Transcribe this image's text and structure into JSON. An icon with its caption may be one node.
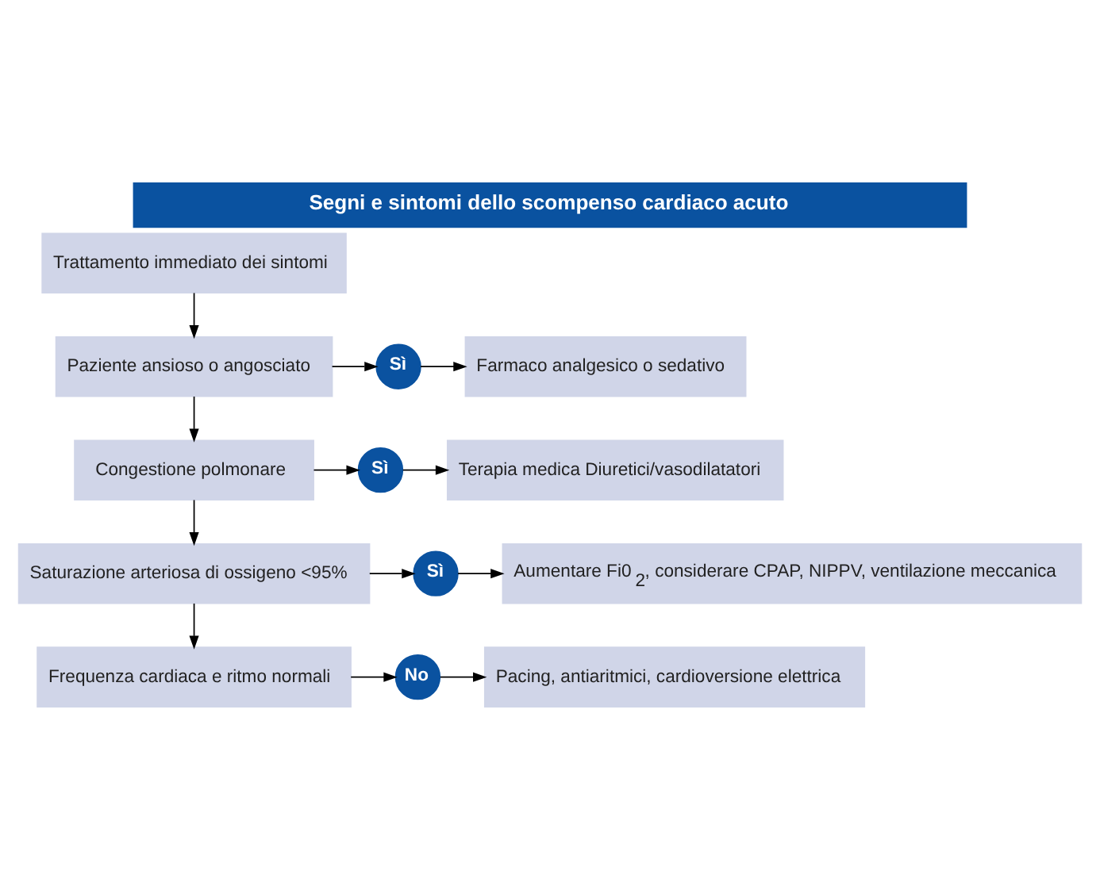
{
  "diagram": {
    "title": "Segni e sintomi dello scompenso cardiaco acuto",
    "nodes": [
      {
        "text": [
          "Trattamento immediato dei sintomi"
        ]
      },
      {
        "text": [
          "Paziente ansioso o angosciato"
        ]
      },
      {
        "text": [
          "Sì"
        ]
      },
      {
        "text": [
          "Farmaco analgesico o sedativo"
        ]
      },
      {
        "text": [
          "Congestione polmonare"
        ]
      },
      {
        "text": [
          "Sì"
        ]
      },
      {
        "text": [
          "Terapia medica Diuretici/vasodilatatori"
        ]
      },
      {
        "text": [
          "Saturazione arteriosa di ossigeno <95%"
        ]
      },
      {
        "text": [
          "Sì"
        ]
      },
      {
        "text": [
          "Aumentare Fi0$_{2}$, considerare CPAP, NIPPV, ventilazione meccanica"
        ]
      },
      {
        "text": [
          "Frequenza cardiaca e ritmo normali"
        ]
      },
      {
        "text": [
          "No"
        ]
      },
      {
        "text": [
          "Pacing, antiaritmici, cardioversione elettrica"
        ]
      }
    ],
    "edges": [
      {
        "from": 0,
        "to": 1,
        "arrow": "to"
      },
      {
        "from": 1,
        "to": 2,
        "arrow": "to"
      },
      {
        "from": 2,
        "to": 3,
        "arrow": "to"
      },
      {
        "from": 1,
        "to": 4,
        "arrow": "to"
      },
      {
        "from": 4,
        "to": 5,
        "arrow": "to"
      },
      {
        "from": 5,
        "to": 6,
        "arrow": "to"
      },
      {
        "from": 4,
        "to": 7,
        "arrow": "to"
      },
      {
        "from": 7,
        "to": 8,
        "arrow": "to"
      },
      {
        "from": 8,
        "to": 9,
        "arrow": "to"
      },
      {
        "from": 7,
        "to": 10,
        "arrow": "to"
      },
      {
        "from": 10,
        "to": 11,
        "arrow": "to"
      },
      {
        "from": 11,
        "to": 12,
        "arrow": "to"
      }
    ]
  }
}
